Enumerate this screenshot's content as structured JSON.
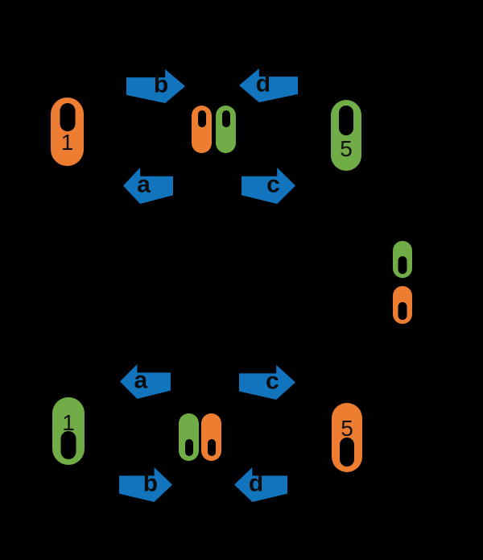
{
  "background": "#000000",
  "colors": {
    "orange": "#ED7D31",
    "green": "#70AD47",
    "arrow_blue": "#1274BD",
    "label_black": "#0B0B0B"
  },
  "top_section": {
    "left_capsule": {
      "label": "1",
      "color": "orange",
      "slot_side": "top"
    },
    "center_pair": [
      {
        "color": "orange",
        "slot_side": "top"
      },
      {
        "color": "green",
        "slot_side": "top"
      }
    ],
    "right_capsule": {
      "label": "5",
      "color": "green",
      "slot_side": "top"
    },
    "arrow_b": {
      "label": "b",
      "direction": "right"
    },
    "arrow_d": {
      "label": "d",
      "direction": "left"
    },
    "arrow_a": {
      "label": "a",
      "direction": "left"
    },
    "arrow_c": {
      "label": "c",
      "direction": "right"
    }
  },
  "middle_section": {
    "stack": [
      {
        "color": "green",
        "slot_side": "bottom"
      },
      {
        "color": "orange",
        "slot_side": "bottom"
      }
    ]
  },
  "bottom_section": {
    "arrow_a": {
      "label": "a",
      "direction": "left"
    },
    "arrow_c": {
      "label": "c",
      "direction": "right"
    },
    "left_capsule": {
      "label": "1",
      "color": "green",
      "slot_side": "bottom"
    },
    "center_pair": [
      {
        "color": "green",
        "slot_side": "bottom"
      },
      {
        "color": "orange",
        "slot_side": "bottom"
      }
    ],
    "right_capsule": {
      "label": "5",
      "color": "orange",
      "slot_side": "bottom"
    },
    "arrow_b": {
      "label": "b",
      "direction": "right"
    },
    "arrow_d": {
      "label": "d",
      "direction": "left"
    }
  }
}
